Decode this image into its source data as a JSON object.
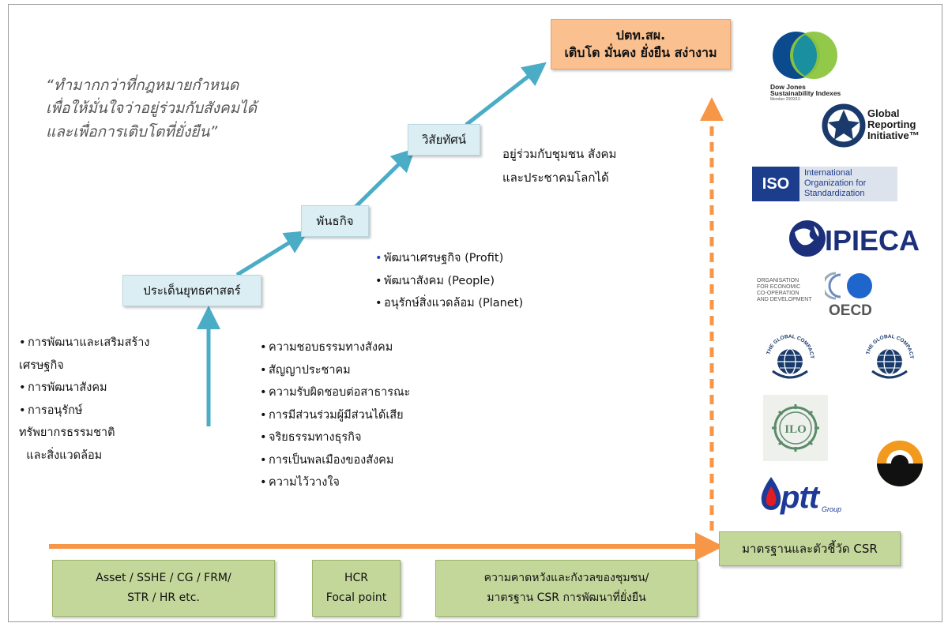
{
  "quote": {
    "line1": "“ทำมากกว่าที่กฎหมายกำหนด",
    "line2": "เพื่อให้มั่นใจว่าอยู่ร่วมกับสังคมได้",
    "line3": "และเพื่อการเติบโตที่ยั่งยืน”"
  },
  "steps": {
    "strategy": "ประเด็นยุทธศาสตร์",
    "mission": "พันธกิจ",
    "vision": "วิสัยทัศน์"
  },
  "goal": {
    "line1": "ปตท.สผ.",
    "line2": "เติบโต มั่นคง ยั่งยืน สง่างาม"
  },
  "vision_text": {
    "line1": "อยู่ร่วมกับชุมชน สังคม",
    "line2": "และประชาคมโลกได้"
  },
  "mission_bullets": [
    "พัฒนาเศรษฐกิจ (Profit)",
    "พัฒนาสังคม (People)",
    "อนุรักษ์สิ่งแวดล้อม (Planet)"
  ],
  "left_bullets": [
    {
      "bullet": "•",
      "text": "การพัฒนาและเสริมสร้าง"
    },
    {
      "bullet": "",
      "text": "เศรษฐกิจ"
    },
    {
      "bullet": "•",
      "text": "การพัฒนาสังคม"
    },
    {
      "bullet": "•",
      "text": "การอนุรักษ์"
    },
    {
      "bullet": "",
      "text": "ทรัพยากรธรรมชาติ"
    },
    {
      "bullet": "",
      "text": "  และสิ่งแวดล้อม"
    }
  ],
  "center_bullets": [
    "ความชอบธรรมทางสังคม",
    "สัญญาประชาคม",
    "ความรับผิดชอบต่อสาธารณะ",
    "การมีส่วนร่วมผู้มีส่วนได้เสีย",
    "จริยธรรมทางธุรกิจ",
    "การเป็นพลเมืองของสังคม",
    "ความไว้วางใจ"
  ],
  "bottom": {
    "asset_line1": "Asset / SSHE / CG / FRM/",
    "asset_line2": "STR / HR etc.",
    "hcr_line1": "HCR",
    "hcr_line2": "Focal point",
    "expect_line1": "ความคาดหวังและกังวลของชุมชน/",
    "expect_line2": "มาตรฐาน CSR การพัฒนาที่ยั่งยืน",
    "standards": "มาตรฐานและตัวชี้วัด CSR"
  },
  "logos": {
    "djsi_line1": "Dow Jones",
    "djsi_line2": "Sustainability Indexes",
    "djsi_line3": "Member 2009/10",
    "gri_line1": "Global",
    "gri_line2": "Reporting",
    "gri_line3": "Initiative™",
    "iso_tag": "ISO",
    "iso_line1": "International",
    "iso_line2": "Organization for",
    "iso_line3": "Standardization",
    "ipieca": "IPIECA",
    "oecd_line1": "ORGANISATION",
    "oecd_line2": "FOR ECONOMIC",
    "oecd_line3": "CO-OPERATION",
    "oecd_line4": "AND DEVELOPMENT",
    "oecd": "OECD",
    "global_compact": "THE GLOBAL COMPACT",
    "ilo": "ILO",
    "ptt": "ptt",
    "ptt_group": "Group"
  },
  "colors": {
    "arrow_blue": "#4bacc6",
    "arrow_orange": "#f79646",
    "box_blue": "#dbeef4",
    "box_green": "#c4d79b",
    "box_orange": "#fac08f"
  }
}
